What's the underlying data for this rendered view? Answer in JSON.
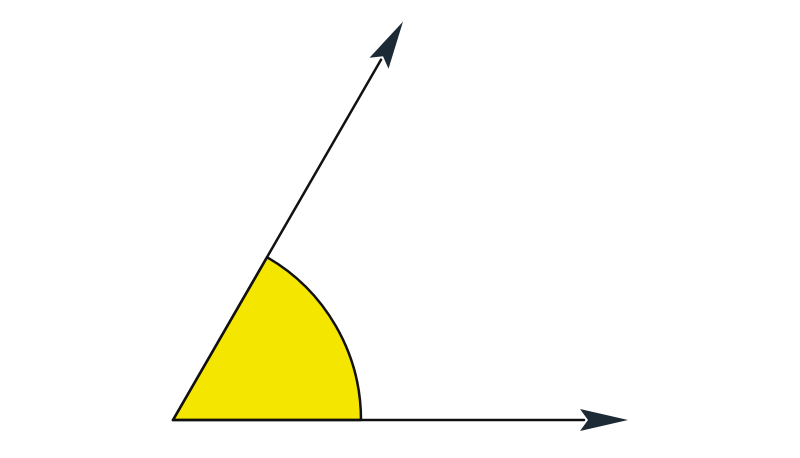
{
  "diagram": {
    "angle_degrees": 60,
    "colors": {
      "background": "#ffffff",
      "line": "#111111",
      "arrowhead": "#1c2a35",
      "angle_fill": "#f5e600"
    },
    "elements": [
      "vertex",
      "horizontal-ray",
      "inclined-ray",
      "angle-sector"
    ]
  }
}
